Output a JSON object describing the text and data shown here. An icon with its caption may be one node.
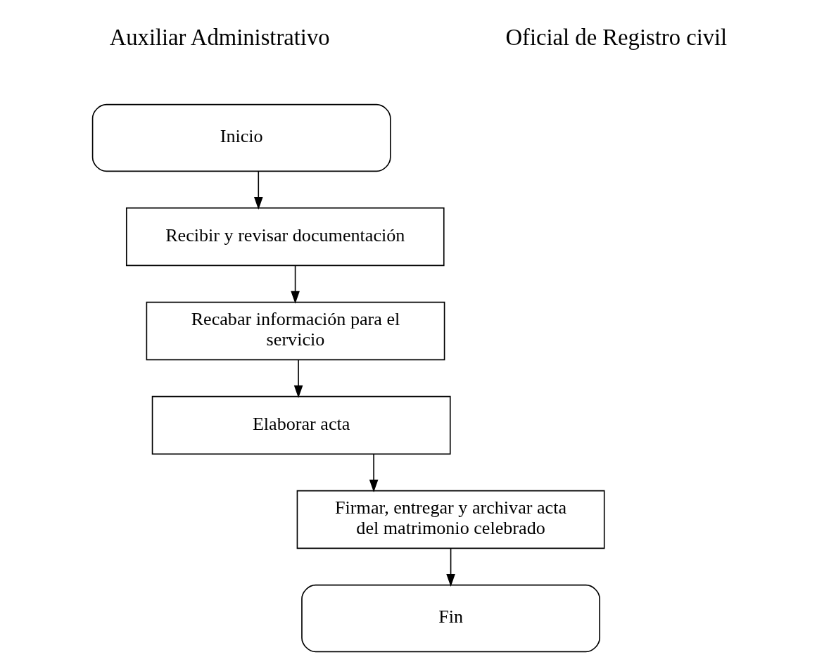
{
  "diagram": {
    "nodes": [
      {
        "text": [
          "Inicio"
        ]
      },
      {
        "text": [
          "Recibir y revisar documentación"
        ]
      },
      {
        "text": [
          "Recabar información para el servicio"
        ]
      },
      {
        "text": [
          "Elaborar acta"
        ]
      },
      {
        "text": [
          "Firmar, entregar y archivar acta del matrimonio celebrado"
        ]
      },
      {
        "text": [
          "Fin"
        ]
      }
    ],
    "edges": [
      {
        "from": 0,
        "to": 1,
        "arrow": "to"
      },
      {
        "from": 1,
        "to": 2,
        "arrow": "to"
      },
      {
        "from": 2,
        "to": 3,
        "arrow": "to"
      },
      {
        "from": 3,
        "to": 4,
        "arrow": "to"
      },
      {
        "from": 4,
        "to": 5,
        "arrow": "to"
      }
    ],
    "labels": [
      "Auxiliar Administrativo",
      "Oficial de Registro civil"
    ]
  }
}
